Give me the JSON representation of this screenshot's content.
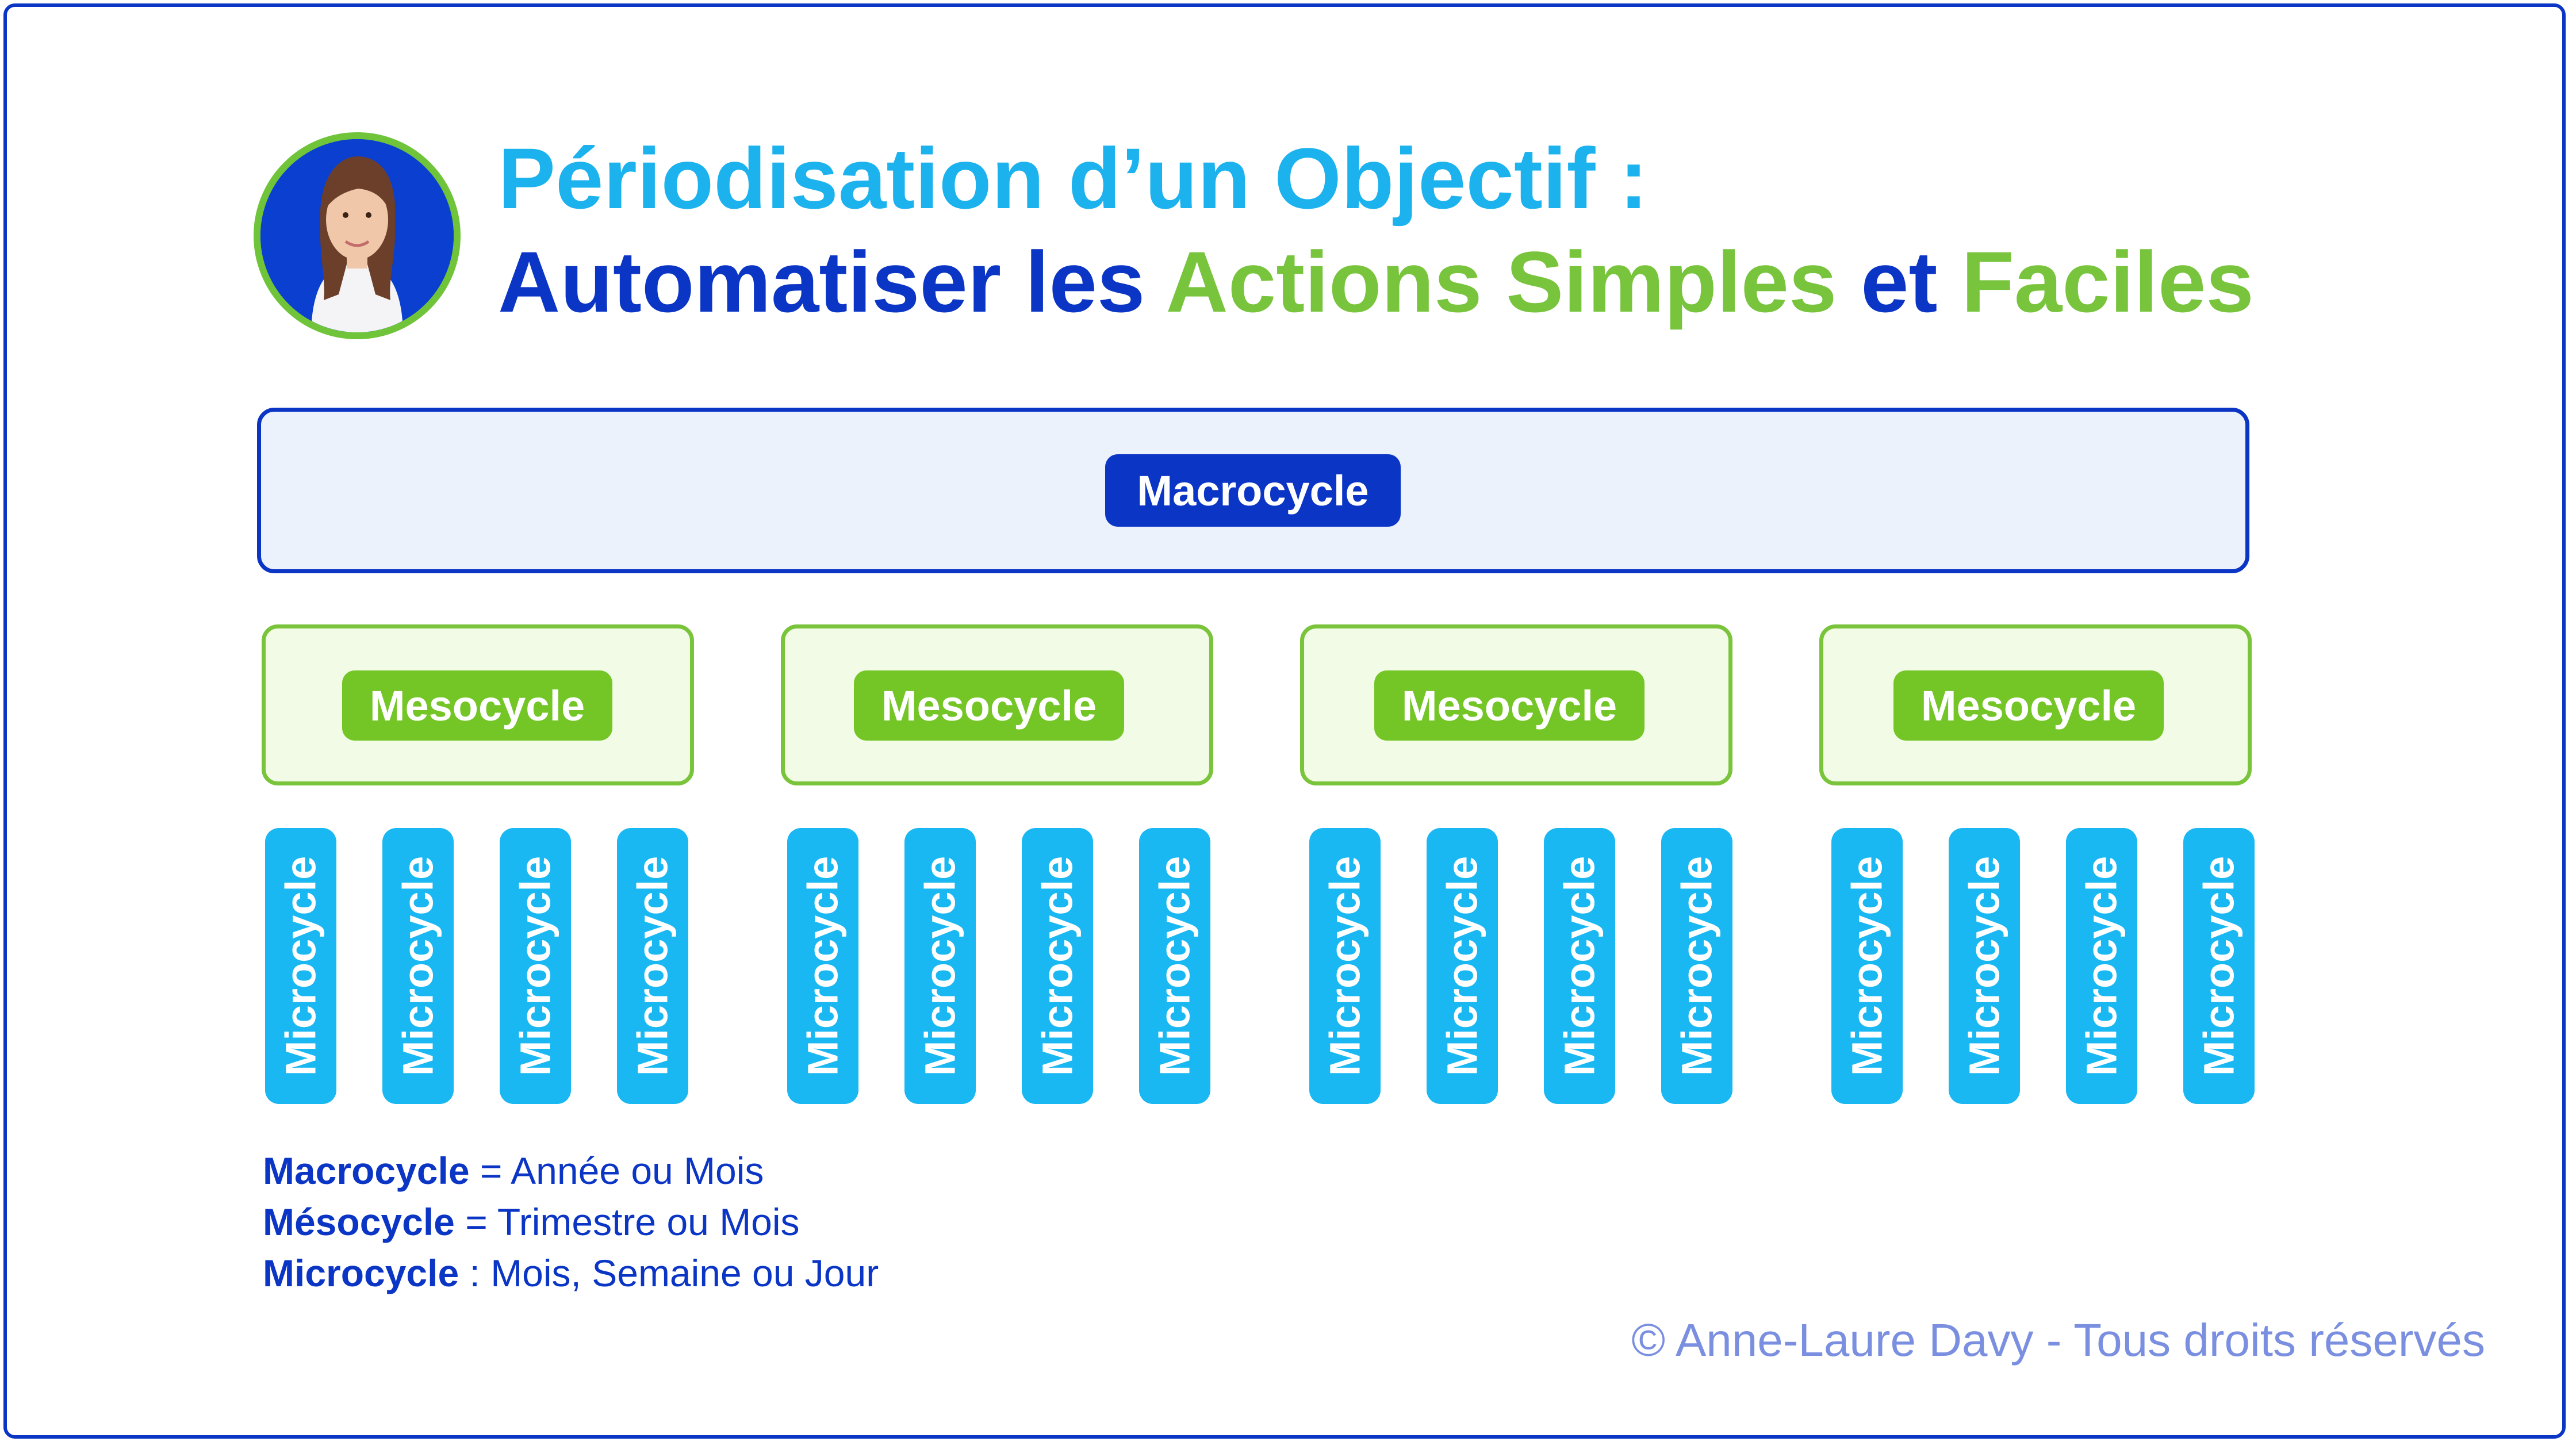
{
  "title": {
    "line1": "Périodisation d’un Objectif :",
    "line2_part1": "Automatiser les ",
    "line2_part2": "Actions Simples",
    "line2_part3": " et ",
    "line2_part4": "Faciles"
  },
  "diagram": {
    "macrocycle_label": "Macrocycle",
    "mesocycles": [
      {
        "label": "Mesocycle",
        "microcycles": [
          "Microcycle",
          "Microcycle",
          "Microcycle",
          "Microcycle"
        ]
      },
      {
        "label": "Mesocycle",
        "microcycles": [
          "Microcycle",
          "Microcycle",
          "Microcycle",
          "Microcycle"
        ]
      },
      {
        "label": "Mesocycle",
        "microcycles": [
          "Microcycle",
          "Microcycle",
          "Microcycle",
          "Microcycle"
        ]
      },
      {
        "label": "Mesocycle",
        "microcycles": [
          "Microcycle",
          "Microcycle",
          "Microcycle",
          "Microcycle"
        ]
      }
    ]
  },
  "legend": [
    {
      "term": "Macrocycle",
      "definition": " = Année ou Mois"
    },
    {
      "term": "Mésocycle",
      "definition": " = Trimestre ou Mois"
    },
    {
      "term": "Microcycle",
      "definition": " : Mois, Semaine ou Jour"
    }
  ],
  "copyright": "© Anne-Laure Davy - Tous droits réservés",
  "colors": {
    "primary_blue": "#0b35c4",
    "light_blue": "#1cb2ee",
    "green": "#78c43c"
  }
}
